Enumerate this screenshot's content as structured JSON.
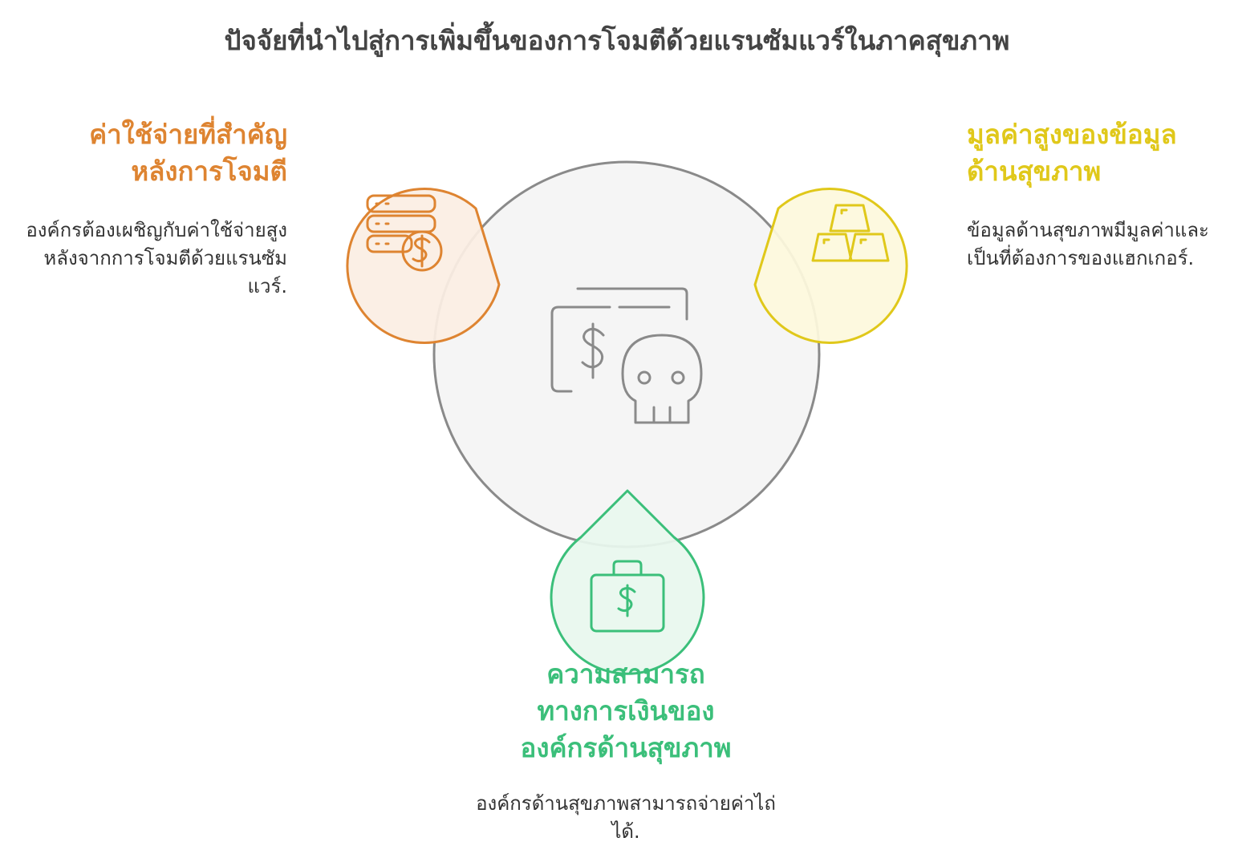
{
  "title": "ปัจจัยที่นำไปสู่การเพิ่มขึ้นของการโจมตีด้วยแรนซัมแวร์ในภาคสุขภาพ",
  "center": {
    "icon": "ransomware-skull-dollar-icon"
  },
  "factors": [
    {
      "heading_line1": "ค่าใช้จ่ายที่สำคัญ",
      "heading_line2": "หลังการโจมตี",
      "description": "องค์กรต้องเผชิญกับค่าใช้จ่ายสูงหลังจากการโจมตีด้วยแรนซัมแวร์.",
      "icon": "server-dollar-icon",
      "color": "#DE8431"
    },
    {
      "heading_line1": "มูลค่าสูงของข้อมูล",
      "heading_line2": "ด้านสุขภาพ",
      "description": "ข้อมูลด้านสุขภาพมีมูลค่าและเป็นที่ต้องการของแฮกเกอร์.",
      "icon": "gold-bars-icon",
      "color": "#E0C81A"
    },
    {
      "heading_line1": "ความสามารถ",
      "heading_line2": "ทางการเงินของ",
      "heading_line3": "องค์กรด้านสุขภาพ",
      "description": "องค์กรด้านสุขภาพสามารถจ่ายค่าไถ่ได้.",
      "icon": "money-bag-icon",
      "color": "#3BBF7A"
    }
  ]
}
